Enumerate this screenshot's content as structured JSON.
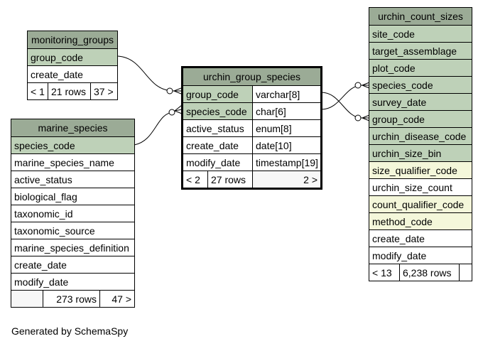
{
  "diagram": {
    "tables": {
      "monitoring_groups": {
        "name": "monitoring_groups",
        "columns": [
          "group_code",
          "create_date"
        ],
        "footer": {
          "prev": "< 1",
          "rows": "21 rows",
          "next": "37 >"
        }
      },
      "marine_species": {
        "name": "marine_species",
        "columns": [
          "species_code",
          "marine_species_name",
          "active_status",
          "biological_flag",
          "taxonomic_id",
          "taxonomic_source",
          "marine_species_definition",
          "create_date",
          "modify_date"
        ],
        "footer": {
          "prev": "",
          "rows": "273 rows",
          "next": "47 >"
        }
      },
      "urchin_group_species": {
        "name": "urchin_group_species",
        "columns": [
          {
            "name": "group_code",
            "type": "varchar[8]"
          },
          {
            "name": "species_code",
            "type": "char[6]"
          },
          {
            "name": "active_status",
            "type": "enum[8]"
          },
          {
            "name": "create_date",
            "type": "date[10]"
          },
          {
            "name": "modify_date",
            "type": "timestamp[19]"
          }
        ],
        "footer": {
          "prev": "< 2",
          "rows": "27 rows",
          "next": "2 >"
        }
      },
      "urchin_count_sizes": {
        "name": "urchin_count_sizes",
        "columns": [
          "site_code",
          "target_assemblage",
          "plot_code",
          "species_code",
          "survey_date",
          "group_code",
          "urchin_disease_code",
          "urchin_size_bin",
          "size_qualifier_code",
          "urchin_size_count",
          "count_qualifier_code",
          "method_code",
          "create_date",
          "modify_date"
        ],
        "footer": {
          "prev": "< 13",
          "rows": "6,238 rows",
          "next": ""
        }
      }
    },
    "colors": {
      "header": "#9bab96",
      "key": "#bed1b8",
      "indexed": "#f4f7da",
      "plain": "#ffffff"
    },
    "generated_by": "Generated by SchemaSpy"
  }
}
